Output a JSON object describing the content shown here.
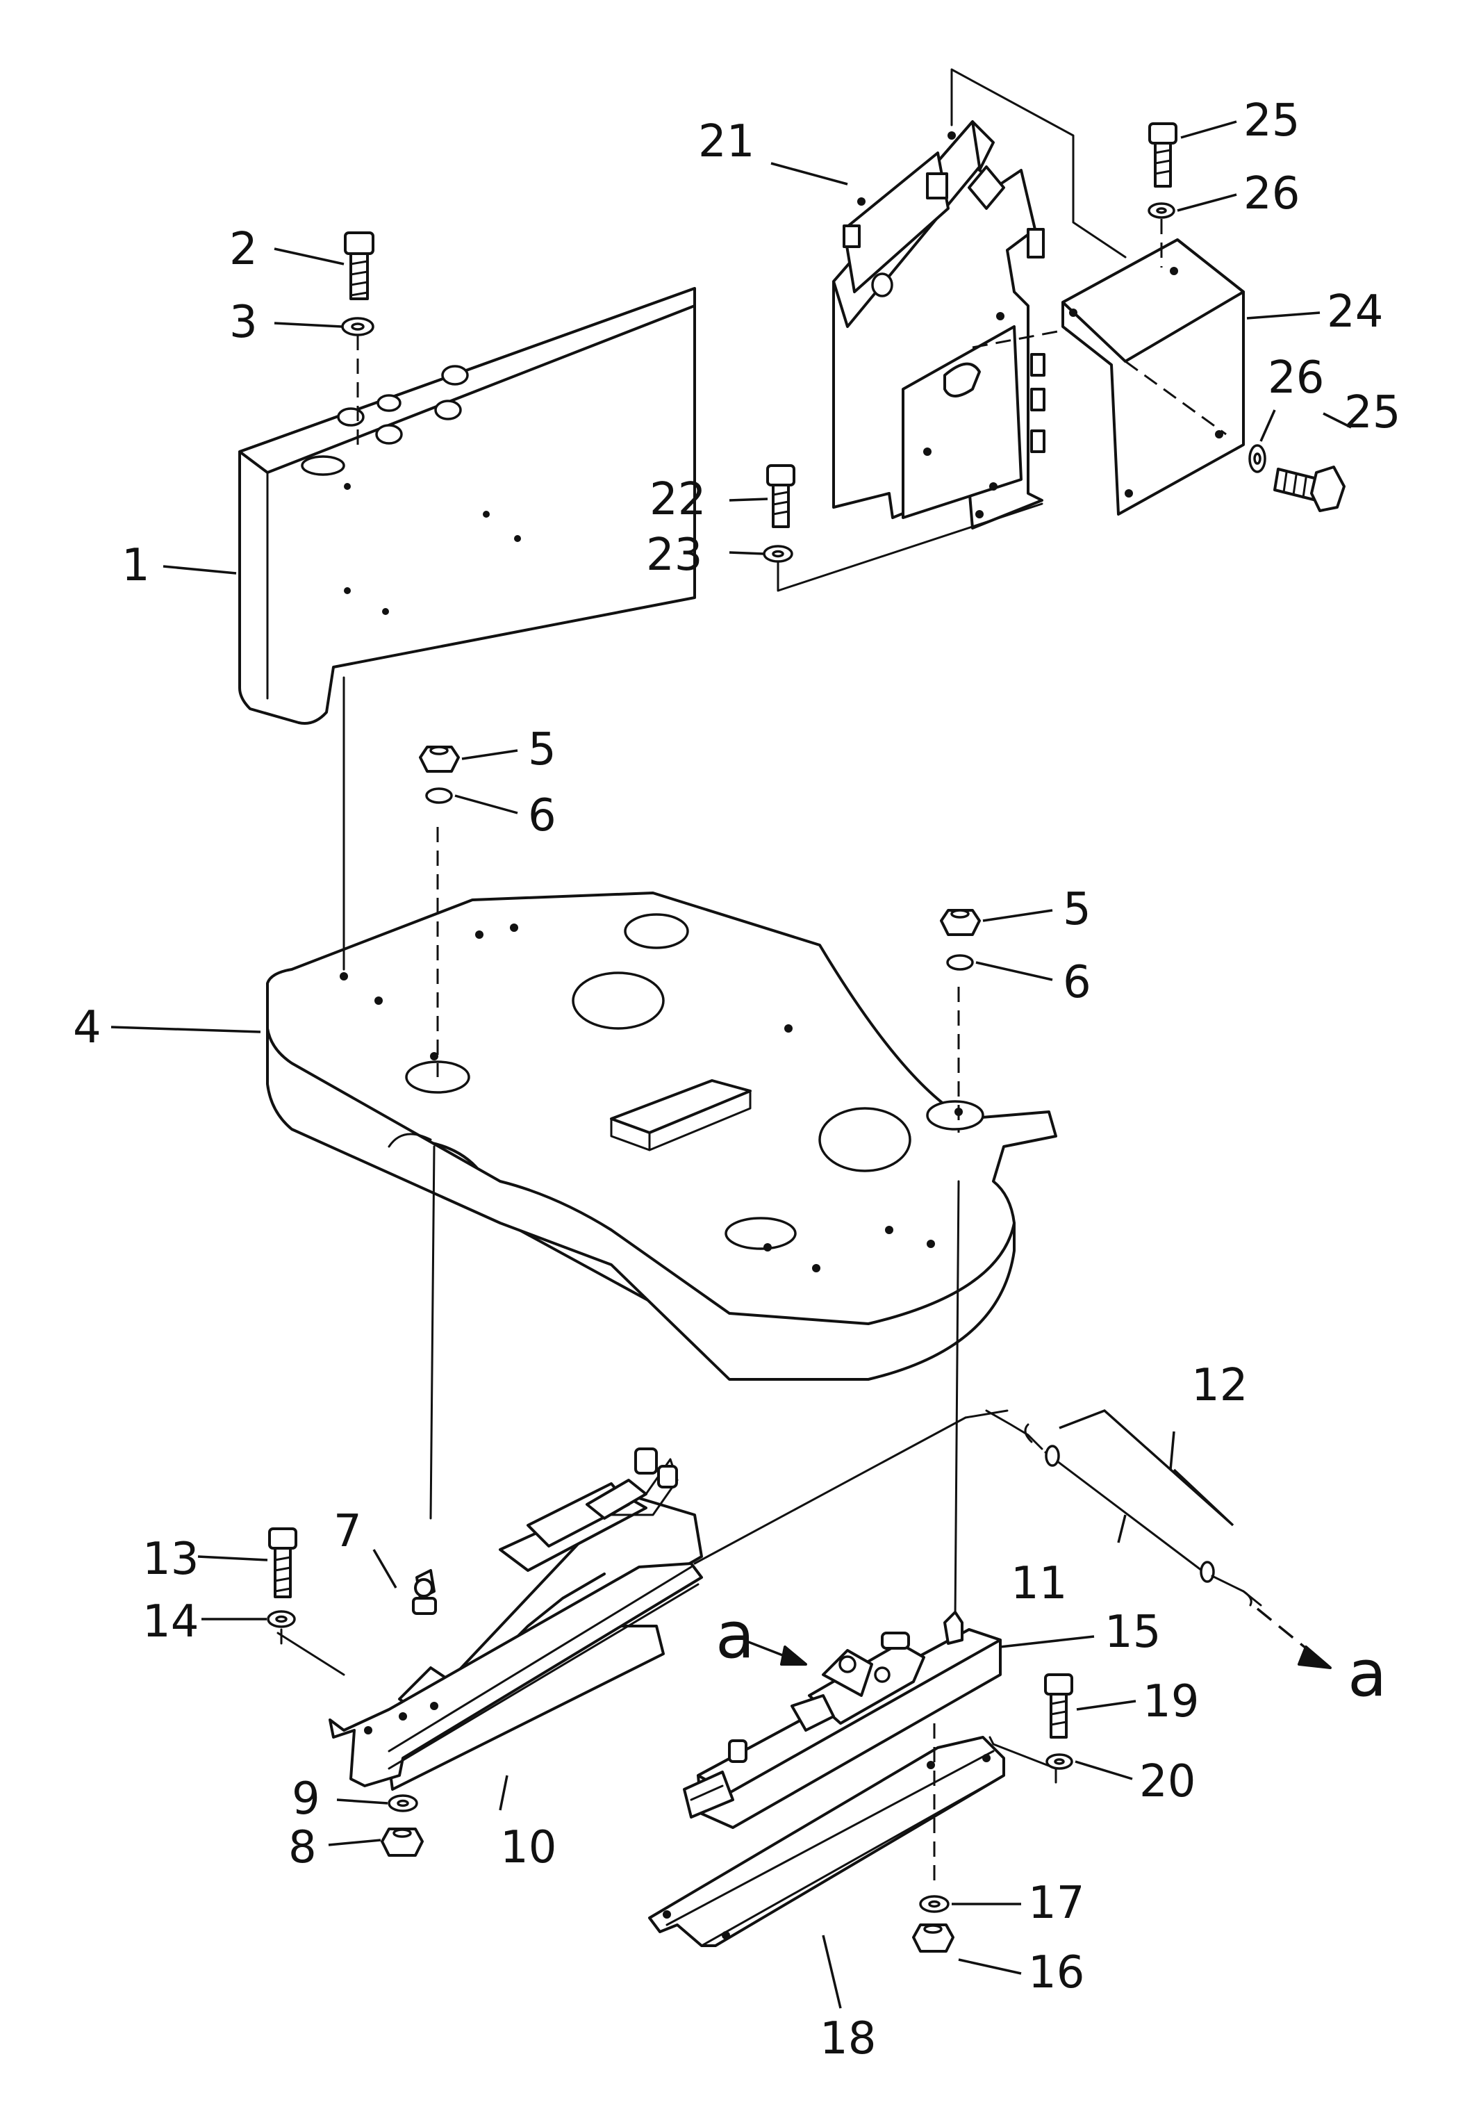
{
  "labels": {
    "l1": "1",
    "l2": "2",
    "l3": "3",
    "l4": "4",
    "l5a": "5",
    "l6a": "6",
    "l5b": "5",
    "l6b": "6",
    "l7": "7",
    "l8": "8",
    "l9": "9",
    "l10": "10",
    "l11": "11",
    "l12": "12",
    "l13": "13",
    "l14": "14",
    "l15": "15",
    "l16": "16",
    "l17": "17",
    "l18": "18",
    "l19": "19",
    "l20": "20",
    "l21": "21",
    "l22": "22",
    "l23": "23",
    "l24": "24",
    "l25a": "25",
    "l26a": "26",
    "l25b": "25",
    "l26b": "26",
    "view_a_left": "a",
    "view_a_right": "a"
  },
  "colors": {
    "ink": "#111111",
    "paper": "#ffffff"
  }
}
